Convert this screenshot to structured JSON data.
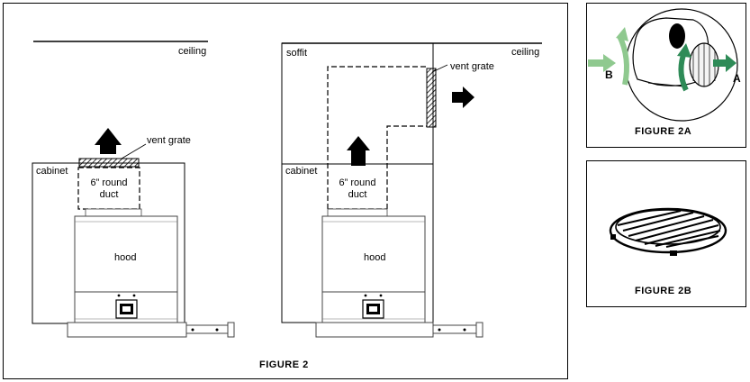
{
  "figure_main": {
    "caption": "FIGURE 2",
    "left": {
      "ceiling": "ceiling",
      "cabinet": "cabinet",
      "vent_grate": "vent grate",
      "duct_line1": "6” round",
      "duct_line2": "duct",
      "hood": "hood"
    },
    "right": {
      "ceiling": "ceiling",
      "soffit": "soffit",
      "cabinet": "cabinet",
      "vent_grate": "vent grate",
      "duct_line1": "6” round",
      "duct_line2": "duct",
      "hood": "hood"
    }
  },
  "figure_2a": {
    "caption": "FIGURE 2A",
    "label_a": "A",
    "label_b": "B",
    "arrow_color": "#2e8b57",
    "arrow_light_color": "#8fc98f"
  },
  "figure_2b": {
    "caption": "FIGURE 2B"
  }
}
